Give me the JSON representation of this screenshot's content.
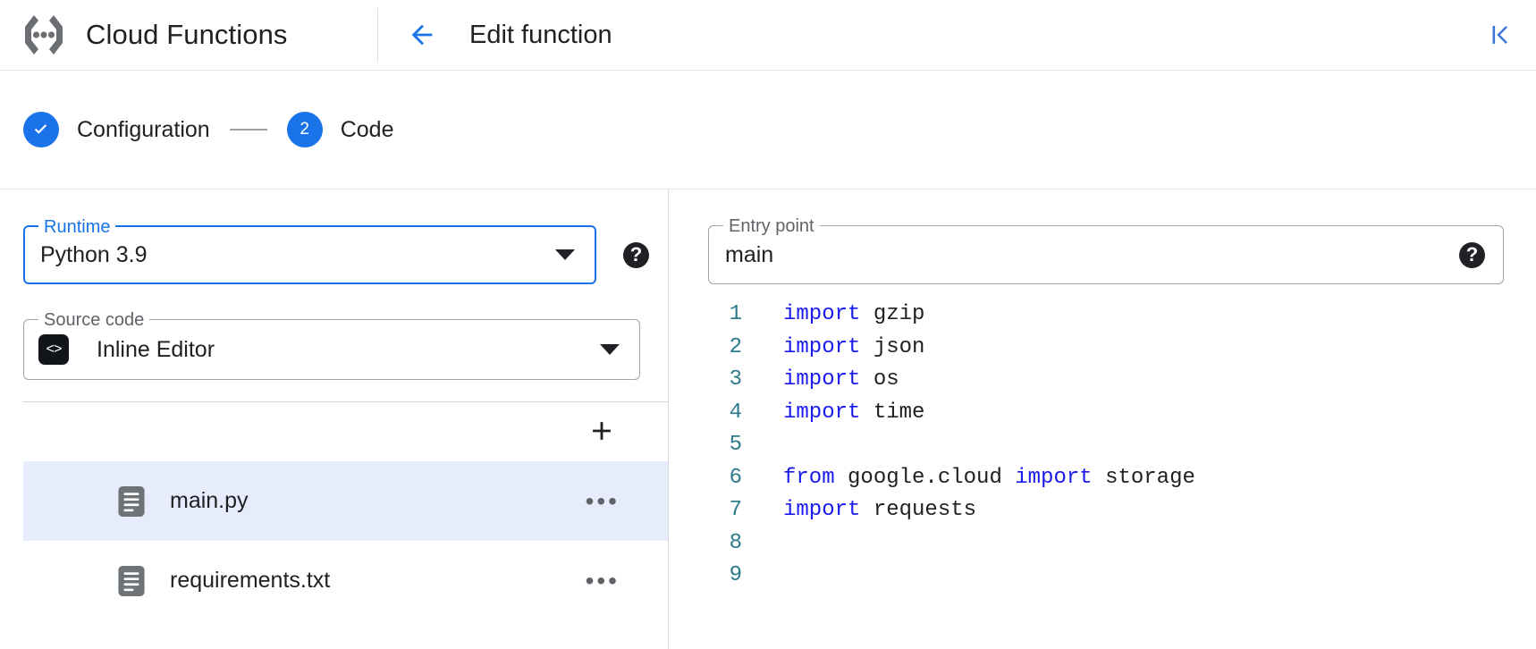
{
  "header": {
    "product_icon": "cloud-functions-icon",
    "product_title": "Cloud Functions",
    "back_icon": "arrow-left-icon",
    "page_title": "Edit function",
    "collapse_icon": "first-page-icon"
  },
  "stepper": {
    "steps": [
      {
        "marker": "✓",
        "label": "Configuration",
        "state": "completed"
      },
      {
        "marker": "2",
        "label": "Code",
        "state": "active"
      }
    ]
  },
  "form": {
    "runtime": {
      "legend": "Runtime",
      "value": "Python 3.9",
      "focused": true,
      "dropdown_icon": "chevron-down-icon",
      "help_icon": "help-icon",
      "help_glyph": "?"
    },
    "entry_point": {
      "legend": "Entry point",
      "value": "main",
      "focused": false,
      "help_icon": "help-icon",
      "help_glyph": "?"
    },
    "source_code": {
      "legend": "Source code",
      "value": "Inline Editor",
      "icon_glyph": "‹›",
      "dropdown_icon": "chevron-down-icon"
    }
  },
  "files": {
    "add_label": "+",
    "menu_label": "•••",
    "items": [
      {
        "name": "main.py",
        "selected": true
      },
      {
        "name": "requirements.txt",
        "selected": false
      }
    ]
  },
  "editor": {
    "lines": [
      {
        "num": "1",
        "tokens": [
          {
            "t": "import",
            "c": "kw"
          },
          {
            "t": " gzip",
            "c": ""
          }
        ]
      },
      {
        "num": "2",
        "tokens": [
          {
            "t": "import",
            "c": "kw"
          },
          {
            "t": " json",
            "c": ""
          }
        ]
      },
      {
        "num": "3",
        "tokens": [
          {
            "t": "import",
            "c": "kw"
          },
          {
            "t": " os",
            "c": ""
          }
        ]
      },
      {
        "num": "4",
        "tokens": [
          {
            "t": "import",
            "c": "kw"
          },
          {
            "t": " time",
            "c": ""
          }
        ]
      },
      {
        "num": "5",
        "tokens": []
      },
      {
        "num": "6",
        "tokens": [
          {
            "t": "from",
            "c": "kw"
          },
          {
            "t": " google.cloud ",
            "c": ""
          },
          {
            "t": "import",
            "c": "kw"
          },
          {
            "t": " storage",
            "c": ""
          }
        ]
      },
      {
        "num": "7",
        "tokens": [
          {
            "t": "import",
            "c": "kw"
          },
          {
            "t": " requests",
            "c": ""
          }
        ]
      },
      {
        "num": "8",
        "tokens": []
      },
      {
        "num": "9",
        "tokens": []
      }
    ]
  },
  "colors": {
    "accent": "#1a73e8",
    "selected_row": "#e6ecfb",
    "keyword": "#1a1aee",
    "line_number": "#2c7a8c",
    "border": "#dadce0"
  }
}
